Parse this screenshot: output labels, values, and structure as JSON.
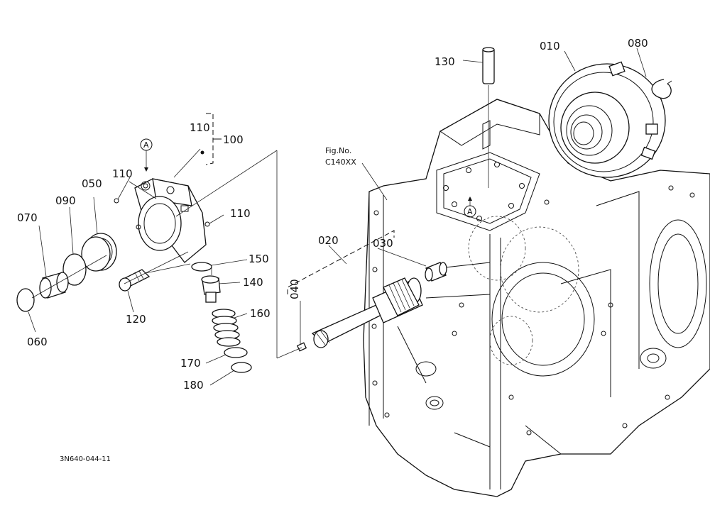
{
  "callouts": {
    "c010": "010",
    "c020": "020",
    "c030": "030",
    "c040": "040",
    "c050": "050",
    "c060": "060",
    "c070": "070",
    "c080": "080",
    "c090": "090",
    "c100": "100",
    "c110_top": "110",
    "c110_left": "110",
    "c110_right": "110",
    "c120": "120",
    "c130": "130",
    "c140": "140",
    "c150": "150",
    "c160": "160",
    "c170": "170",
    "c180": "180"
  },
  "markers": {
    "a_left": "A",
    "a_right": "A"
  },
  "figure_ref": {
    "line1": "Fig.No.",
    "line2": "C140XX"
  },
  "drawing_number": "3N640-044-11"
}
